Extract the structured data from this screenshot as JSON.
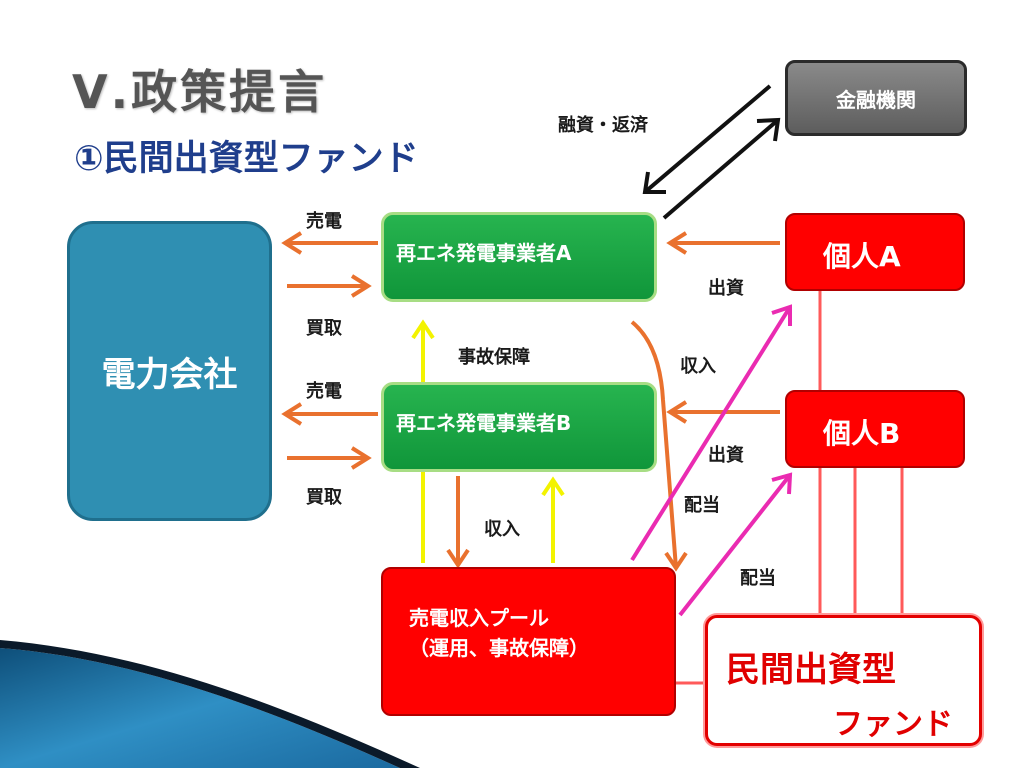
{
  "title": "Ⅴ.政策提言",
  "subtitle": "①民間出資型ファンド",
  "nodes": {
    "bank": "金融機関",
    "power_company": "電力会社",
    "operator_a": "再エネ発電事業者A",
    "operator_b": "再エネ発電事業者B",
    "individual_a": "個人A",
    "individual_b": "個人B",
    "pool_line1": "売電収入プール",
    "pool_line2": "（運用、事故保障）",
    "fund_line1": "民間出資型",
    "fund_line2": "ファンド"
  },
  "labels": {
    "finance": "融資・返済",
    "sell_a": "売電",
    "buy_a": "買取",
    "sell_b": "売電",
    "buy_b": "買取",
    "invest_a": "出資",
    "invest_b": "出資",
    "accident": "事故保障",
    "income_right": "収入",
    "income_center": "収入",
    "dividend_1": "配当",
    "dividend_2": "配当"
  },
  "colors": {
    "orange_arrow": "#e9712e",
    "yellow_arrow": "#f3f300",
    "magenta_arrow": "#ea2bb1",
    "red_box": "#ff0000",
    "green_box": "#16a33f",
    "blue_box": "#2f8fb2",
    "title_blue": "#1f3e8c"
  }
}
